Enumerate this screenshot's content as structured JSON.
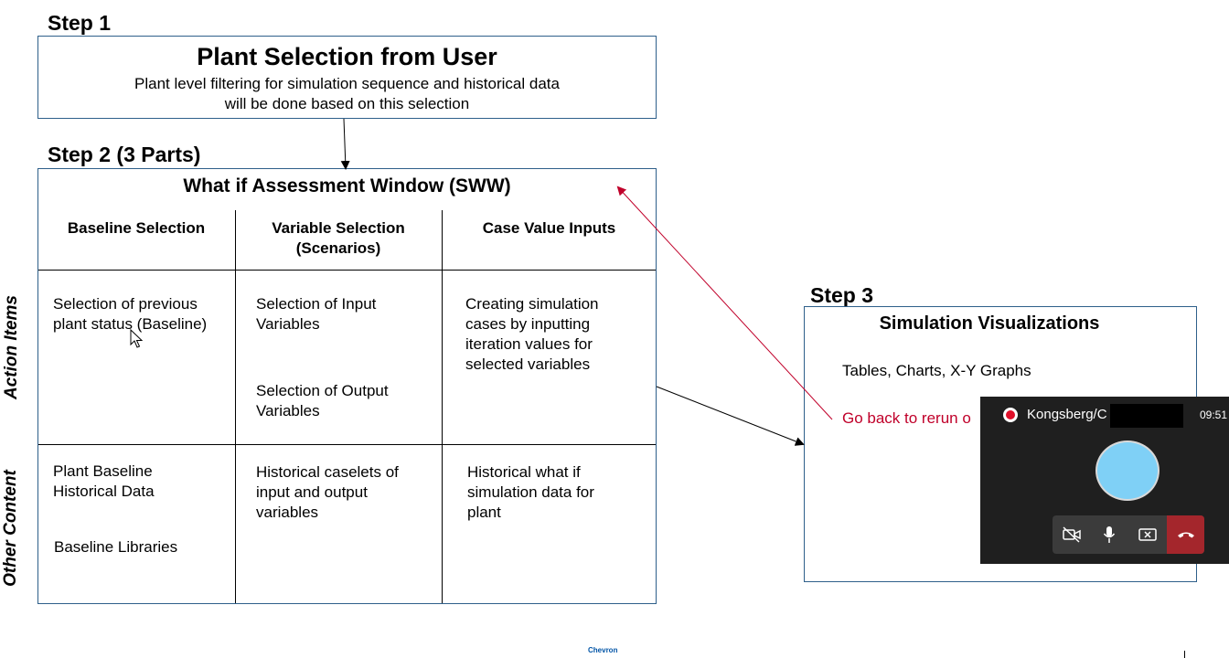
{
  "step1": {
    "label": "Step 1",
    "title": "Plant Selection from User",
    "desc_line1": "Plant level filtering for simulation sequence and historical data",
    "desc_line2": "will be done based on this selection"
  },
  "step2": {
    "label": "Step 2 (3 Parts)",
    "window_title": "What if Assessment Window (SWW)",
    "columns": {
      "baseline": "Baseline Selection",
      "variable_line1": "Variable Selection",
      "variable_line2": "(Scenarios)",
      "case": "Case Value Inputs"
    },
    "row_labels": {
      "action": "Action Items",
      "other": "Other Content"
    },
    "action": {
      "baseline_line1": "Selection of previous",
      "baseline_line2": "plant status (Baseline)",
      "input_line1": "Selection of Input",
      "input_line2": "Variables",
      "output_line1": "Selection of Output",
      "output_line2": "Variables",
      "case_line1": "Creating simulation",
      "case_line2": "cases by inputting",
      "case_line3": "iteration values for",
      "case_line4": "selected variables"
    },
    "other": {
      "baseline_line1": "Plant Baseline",
      "baseline_line2": "Historical Data",
      "libraries": "Baseline Libraries",
      "caselets_line1": "Historical caselets of",
      "caselets_line2": "input and output",
      "caselets_line3": "variables",
      "history_line1": "Historical what if",
      "history_line2": "simulation data for",
      "history_line3": "plant"
    }
  },
  "step3": {
    "label": "Step 3",
    "title": "Simulation Visualizations",
    "items": "Tables, Charts, X-Y Graphs",
    "go_back": "Go back to rerun o"
  },
  "call": {
    "title": "Kongsberg/C",
    "time": "09:51"
  },
  "footer": {
    "logo_text": "Chevron"
  },
  "colors": {
    "box_border": "#2e5f8a",
    "accent_red": "#c0002a",
    "end_call": "#a4262c"
  }
}
